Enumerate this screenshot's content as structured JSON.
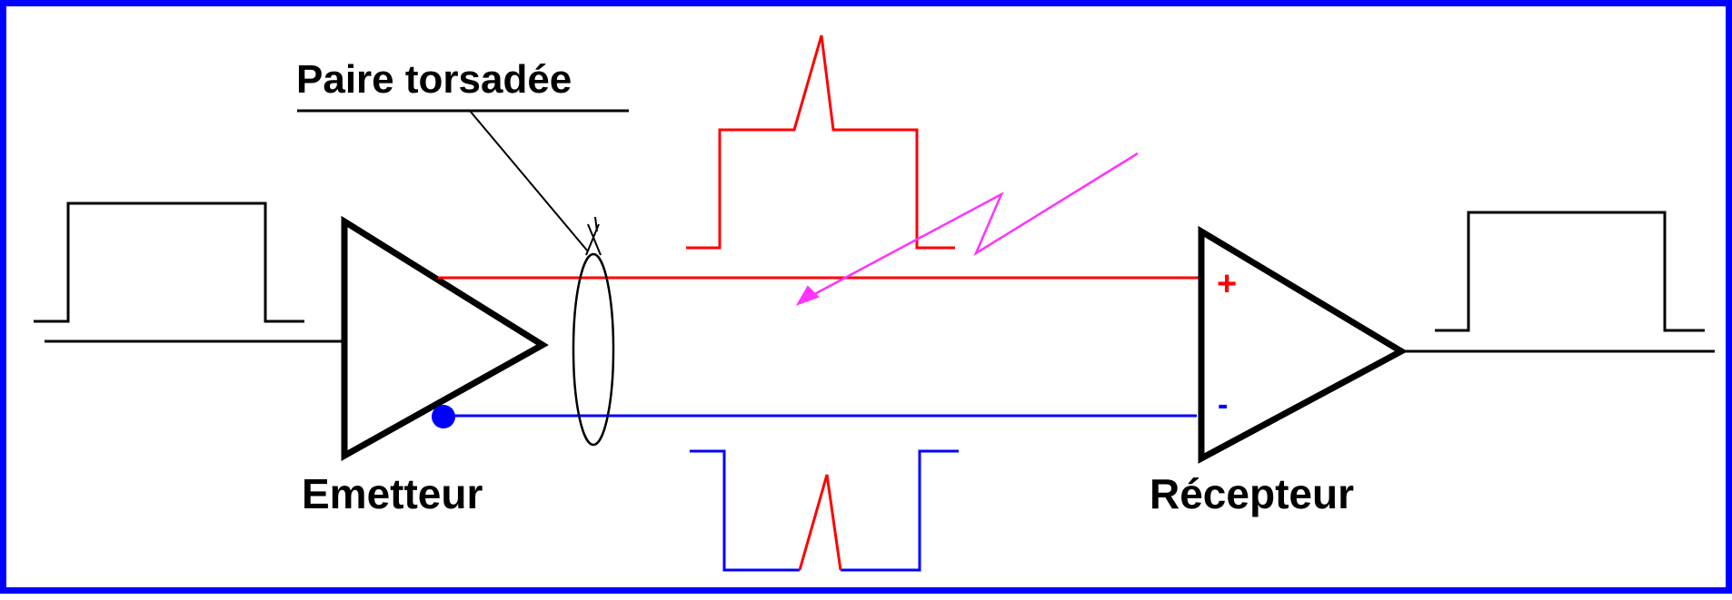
{
  "labels": {
    "twisted_pair": "Paire torsadée",
    "transmitter": "Emetteur",
    "receiver": "Récepteur",
    "plus": "+",
    "minus": "-"
  },
  "colors": {
    "border": "#0000ff",
    "signal_black": "#000000",
    "wire_positive": "#ff0000",
    "wire_negative": "#0000ff",
    "interference": "#ff33ff"
  },
  "icons": {
    "transmitter": "triangle-amplifier-icon",
    "receiver": "triangle-amplifier-icon",
    "inverting_bubble": "circle-dot-icon",
    "interference": "lightning-arrow-icon"
  }
}
